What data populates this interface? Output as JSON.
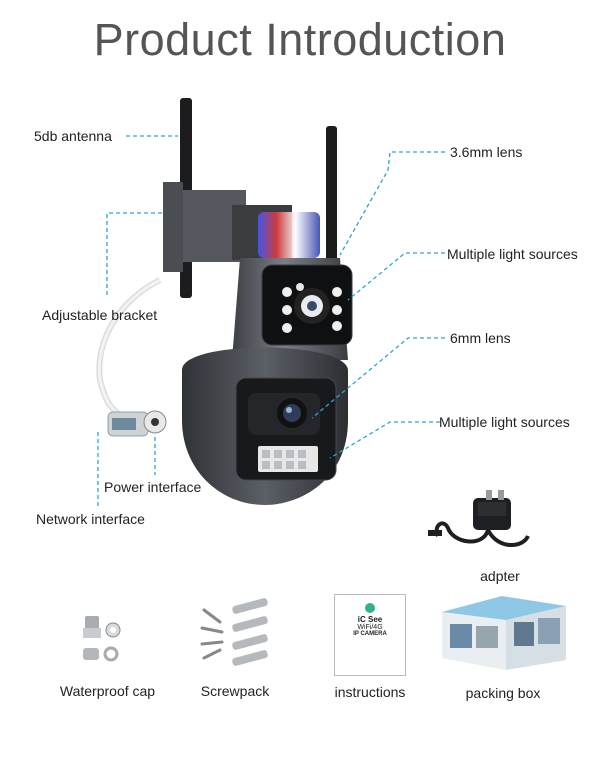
{
  "page": {
    "title": "Product Introduction"
  },
  "callouts": {
    "antenna": "5db antenna",
    "bracket": "Adjustable bracket",
    "power": "Power interface",
    "network": "Network interface",
    "lens_36": "3.6mm lens",
    "lights_top": "Multiple light sources",
    "lens_6": "6mm lens",
    "lights_bottom": "Multiple light sources"
  },
  "accessories": {
    "adapter": "adpter",
    "waterproof_cap": "Waterproof cap",
    "screwpack": "Screwpack",
    "instructions": "instructions",
    "packing_box": "packing box"
  },
  "manual_card": {
    "line1": "iC See",
    "line2": "WiFi/4G",
    "line3": "IP CAMERA"
  },
  "colors": {
    "leader": "#2aa7c9",
    "camera_body": "#5a5d63",
    "title": "#555555"
  }
}
